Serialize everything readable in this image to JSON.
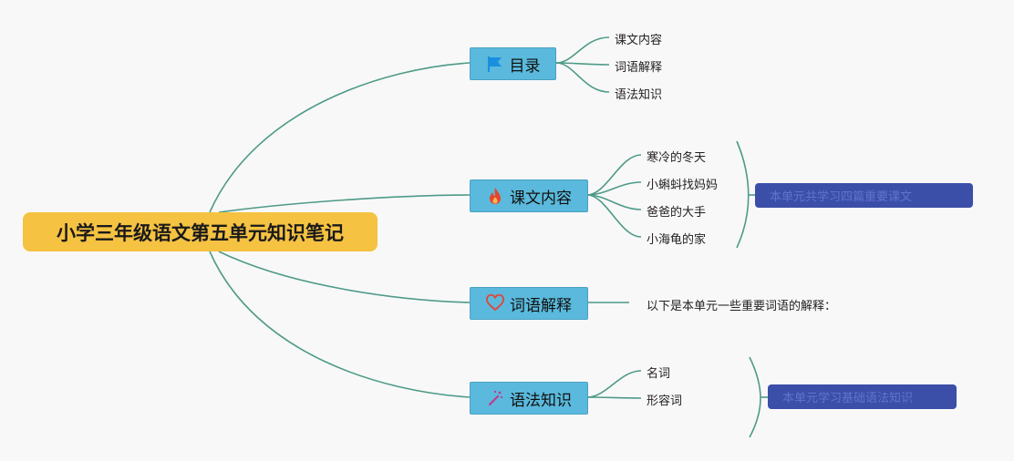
{
  "central": {
    "title": "小学三年级语文第五单元知识笔记"
  },
  "branches": [
    {
      "label": "目录",
      "icon": "flag-icon",
      "children": [
        "课文内容",
        "词语解释",
        "语法知识"
      ]
    },
    {
      "label": "课文内容",
      "icon": "flame-icon",
      "children": [
        "寒冷的冬天",
        "小蝌蚪找妈妈",
        "爸爸的大手",
        "小海龟的家"
      ],
      "summary": "本单元共学习四篇重要课文"
    },
    {
      "label": "词语解释",
      "icon": "heart-icon",
      "children": [
        "以下是本单元一些重要词语的解释："
      ]
    },
    {
      "label": "语法知识",
      "icon": "magic-wand-icon",
      "children": [
        "名词",
        "形容词"
      ],
      "summary": "本单元学习基础语法知识"
    }
  ],
  "colors": {
    "central_fill": "#f5c242",
    "branch_fill": "#5ab9dc",
    "connector": "#4e9a88",
    "summary_fill": "#3b4ea8",
    "flag": "#1a8fe0",
    "flame": "#e8452a",
    "heart": "#e0463c",
    "wand": "#c0388f"
  }
}
